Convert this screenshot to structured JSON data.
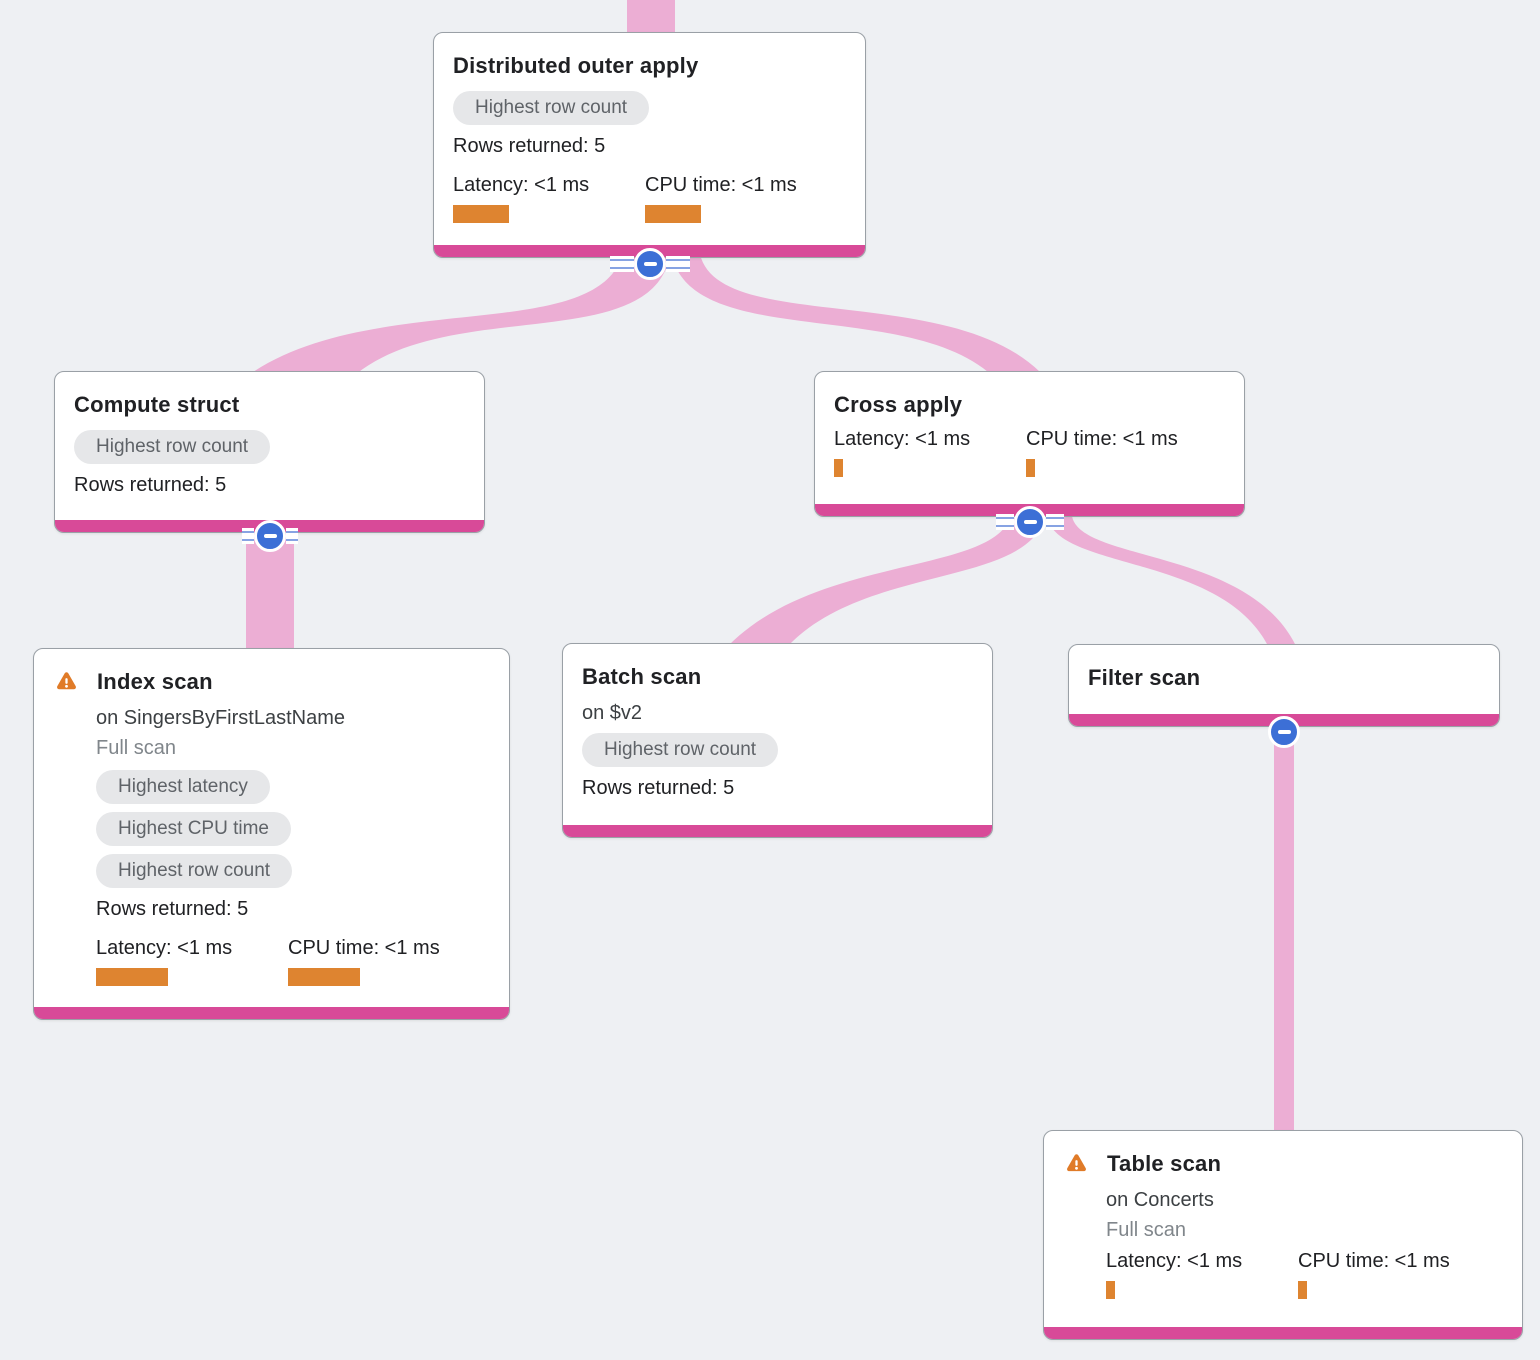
{
  "colors": {
    "background": "#eef0f3",
    "edge_ribbon": "#ecaed4",
    "node_accent_bar": "#d84a98",
    "metric_bar": "#de8430",
    "collapse_button": "#3c6fd6",
    "warning_icon": "#e07b28",
    "badge_background": "#e6e7e9",
    "badge_text": "#5f6368"
  },
  "nodes": {
    "distributed_outer_apply": {
      "title": "Distributed outer apply",
      "badges": [
        "Highest row count"
      ],
      "rows": "Rows returned: 5",
      "latency": "Latency: <1 ms",
      "cpu": "CPU time: <1 ms"
    },
    "compute_struct": {
      "title": "Compute struct",
      "badges": [
        "Highest row count"
      ],
      "rows": "Rows returned: 5"
    },
    "cross_apply": {
      "title": "Cross apply",
      "latency": "Latency: <1 ms",
      "cpu": "CPU time: <1 ms"
    },
    "index_scan": {
      "title": "Index scan",
      "subtitle": "on SingersByFirstLastName",
      "scan_type": "Full scan",
      "badges": [
        "Highest latency",
        "Highest CPU time",
        "Highest row count"
      ],
      "rows": "Rows returned: 5",
      "latency": "Latency: <1 ms",
      "cpu": "CPU time: <1 ms"
    },
    "batch_scan": {
      "title": "Batch scan",
      "subtitle": "on $v2",
      "badges": [
        "Highest row count"
      ],
      "rows": "Rows returned: 5"
    },
    "filter_scan": {
      "title": "Filter scan"
    },
    "table_scan": {
      "title": "Table scan",
      "subtitle": "on Concerts",
      "scan_type": "Full scan",
      "latency": "Latency: <1 ms",
      "cpu": "CPU time: <1 ms"
    }
  },
  "edges": [
    {
      "from": "root",
      "to": "distributed_outer_apply"
    },
    {
      "from": "distributed_outer_apply",
      "to": "compute_struct"
    },
    {
      "from": "distributed_outer_apply",
      "to": "cross_apply"
    },
    {
      "from": "compute_struct",
      "to": "index_scan"
    },
    {
      "from": "cross_apply",
      "to": "batch_scan"
    },
    {
      "from": "cross_apply",
      "to": "filter_scan"
    },
    {
      "from": "filter_scan",
      "to": "table_scan"
    }
  ]
}
